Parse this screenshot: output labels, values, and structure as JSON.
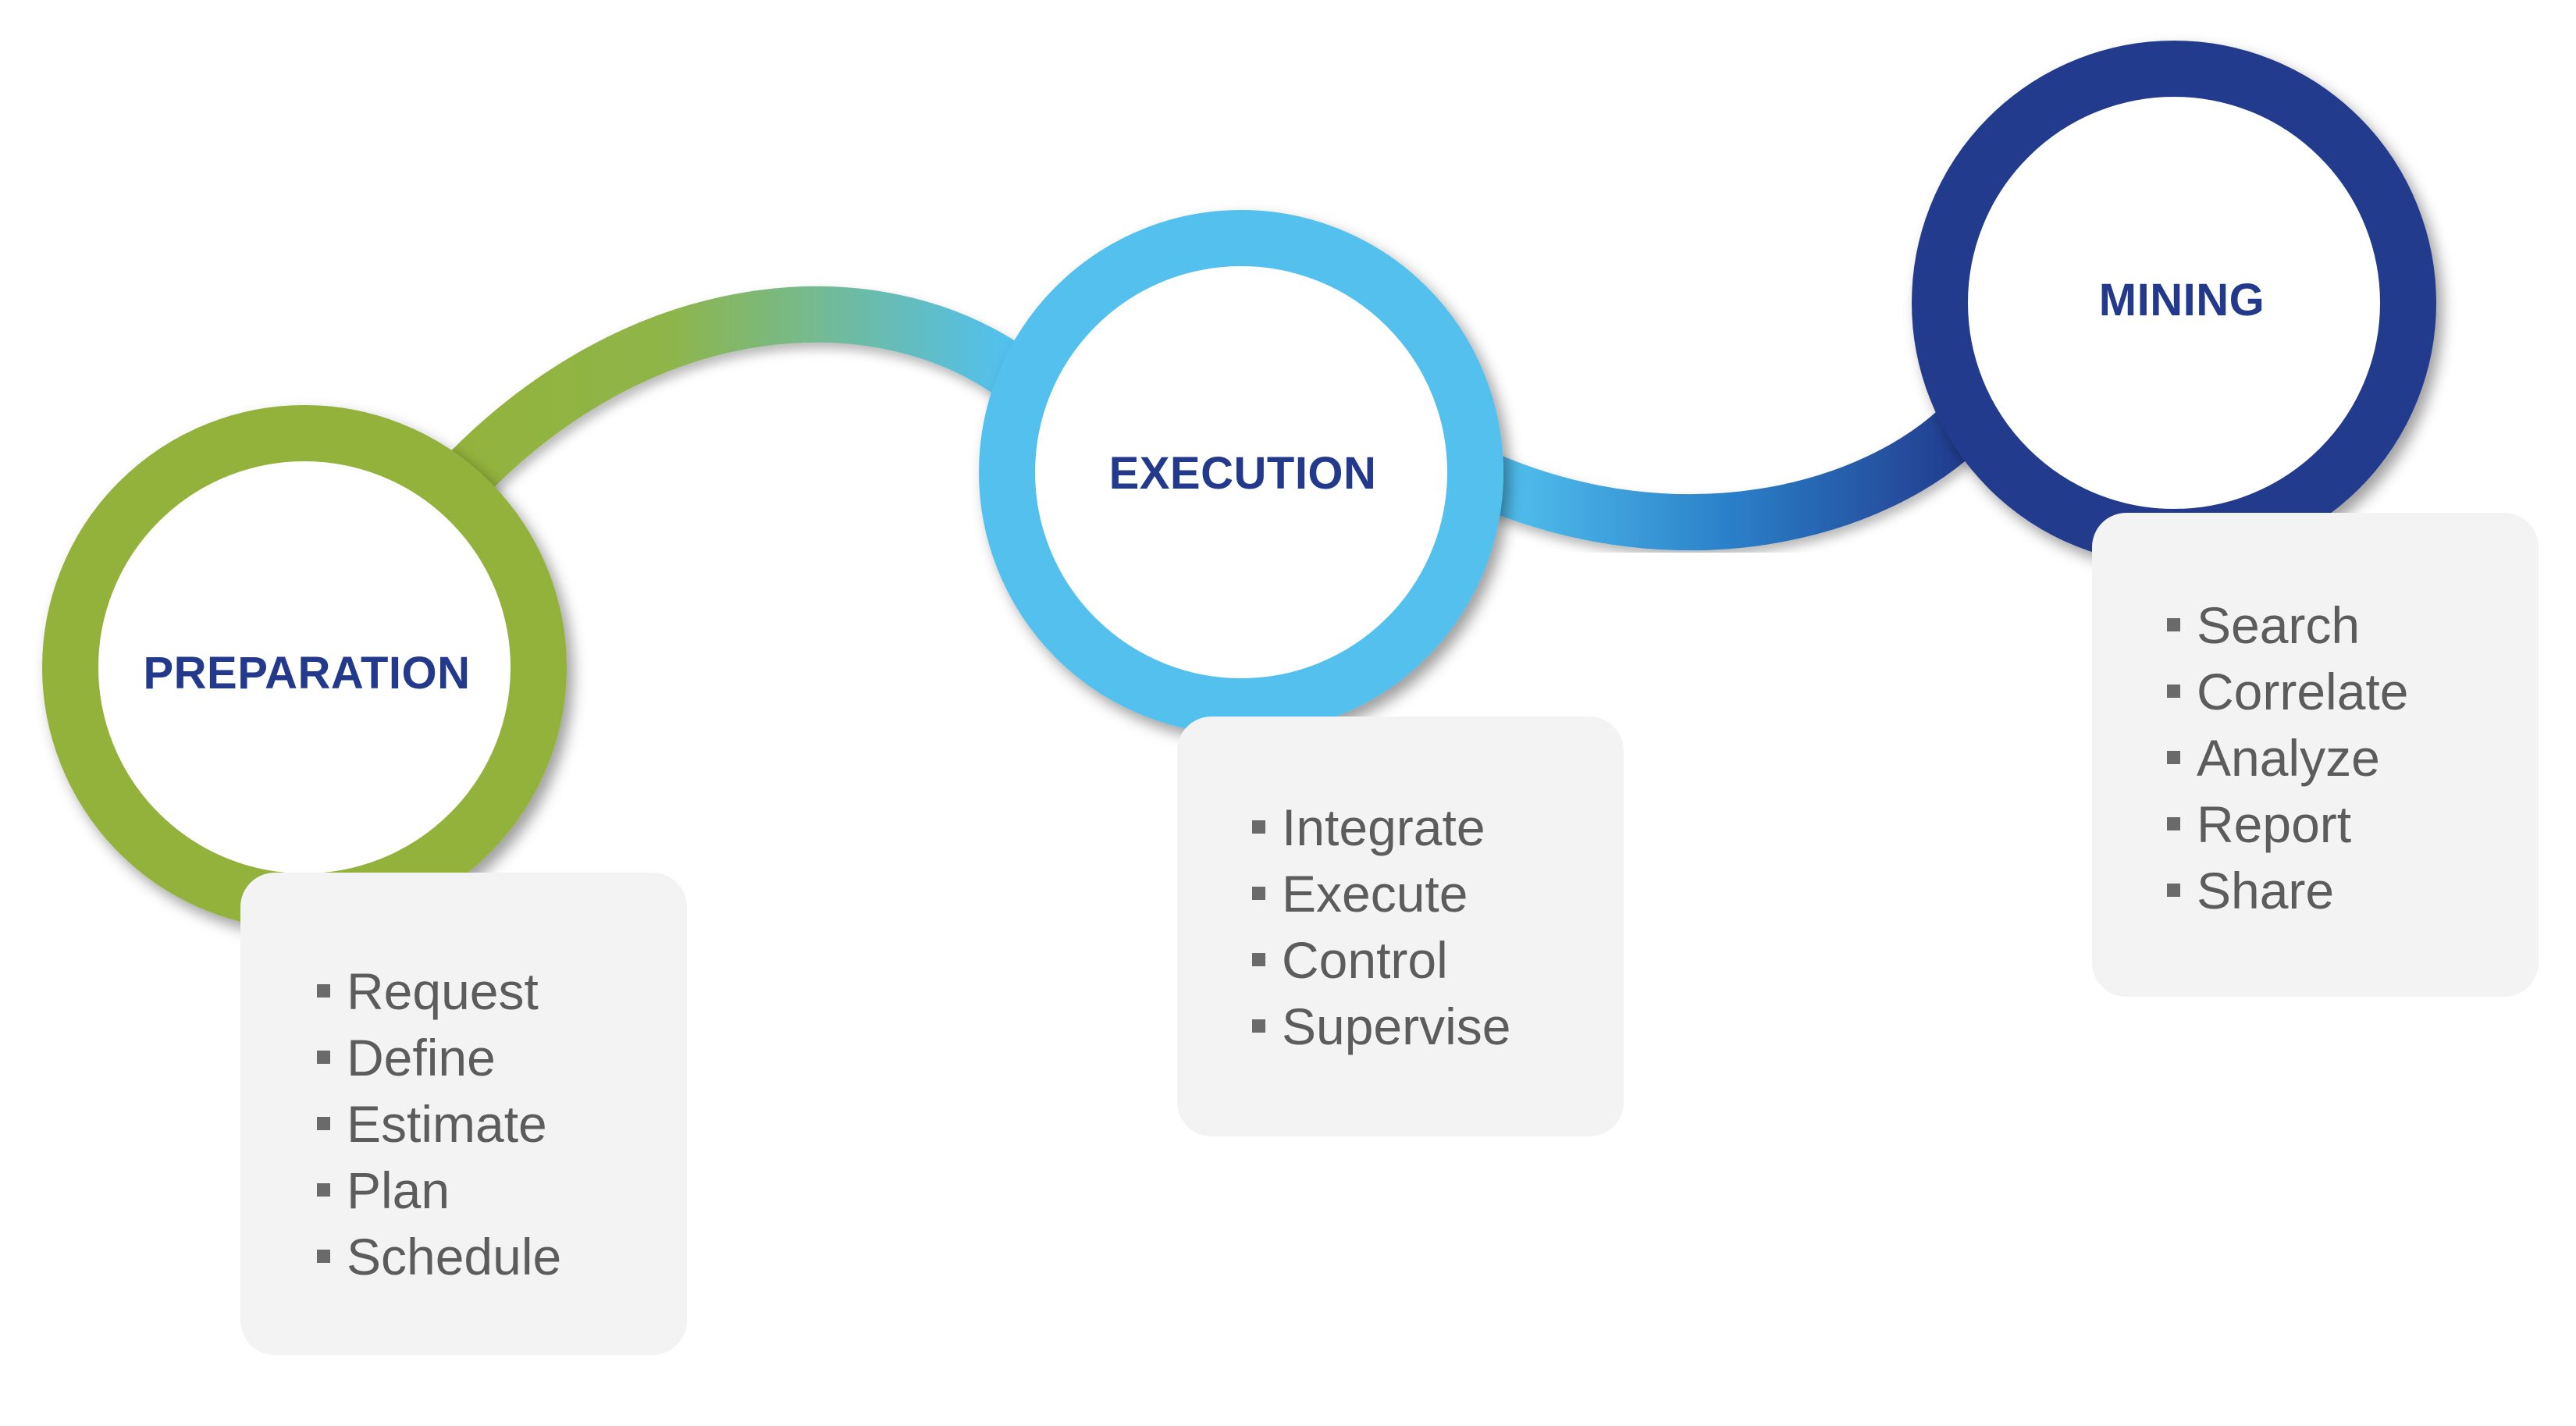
{
  "colors": {
    "preparation": "#93b23b",
    "execution": "#52c0ee",
    "mining": "#233a8c",
    "title_text": "#233a8c",
    "list_text": "#5c5c5c",
    "box_bg": "#f3f3f3"
  },
  "icons": {
    "bullet": "square-bullet-icon"
  },
  "stages": [
    {
      "id": "preparation",
      "title": "PREPARATION",
      "items": [
        "Request",
        "Define",
        "Estimate",
        "Plan",
        "Schedule"
      ]
    },
    {
      "id": "execution",
      "title": "EXECUTION",
      "items": [
        "Integrate",
        "Execute",
        "Control",
        "Supervise"
      ]
    },
    {
      "id": "mining",
      "title": "MINING",
      "items": [
        "Search",
        "Correlate",
        "Analyze",
        "Report",
        "Share"
      ]
    }
  ]
}
